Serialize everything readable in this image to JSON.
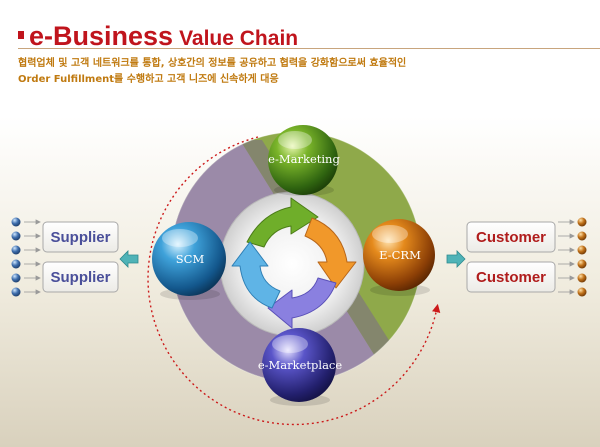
{
  "header": {
    "title_main": "e-Business",
    "title_rest": "Value Chain",
    "subtitle_line1": "협력업체 및 고객 네트워크를 통합, 상호간의 정보를 공유하고 협력을 강화함으로써 효율적인",
    "subtitle_line2": "Order Fulfillment를 수행하고 고객 니즈에 신속하게 대응"
  },
  "nodes": {
    "top": "e-Marketing",
    "left": "SCM",
    "right": "E-CRM",
    "bottom": "e-Marketplace"
  },
  "suppliers": [
    "Supplier",
    "Supplier"
  ],
  "customers": [
    "Customer",
    "Customer"
  ],
  "colors": {
    "title_red": "#c0141c",
    "subtitle_orange": "#c07a10",
    "green_segment": "#8fa94a",
    "purple_segment": "#9b8aa8",
    "supplier_text": "#4a4f9a",
    "customer_text": "#b01c1c",
    "supplier_dot": "#3f6fae",
    "customer_dot": "#c07018"
  },
  "icons": {
    "left_arrow": "double-arrow-left-icon",
    "right_arrow": "double-arrow-right-icon"
  }
}
